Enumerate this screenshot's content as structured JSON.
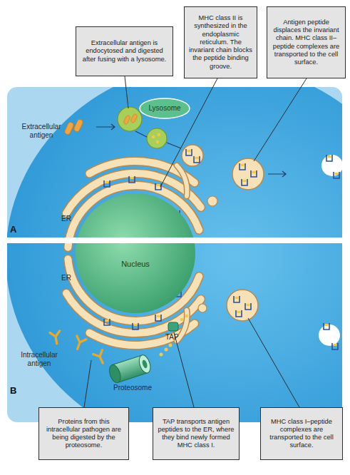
{
  "diagram": {
    "nodes": [
      {
        "text": [
          "Extracellular antigen is endocytosed and digested after fusing with a lysosome."
        ]
      },
      {
        "text": [
          "MHC class II is synthesized in the endoplasmic reticulum. The invariant chain blocks the peptide binding groove."
        ]
      },
      {
        "text": [
          "Antigen peptide displaces the invariant chain. MHC class II–peptide complexes are transported to the cell surface."
        ]
      },
      {
        "text": [
          "Lysosome"
        ]
      },
      {
        "text": [
          "Nucleus"
        ]
      },
      {
        "text": [
          "Proteosome"
        ]
      },
      {
        "text": [
          "Proteins from this intracellular pathogen are being digested by the proteosome."
        ]
      },
      {
        "text": [
          "TAP transports antigen peptides to the ER, where they bind newly formed MHC class I."
        ]
      },
      {
        "text": [
          "MHC class I–peptide complexes are transported to the cell surface."
        ]
      }
    ],
    "labels": [
      "Extracellular antigen",
      "ER",
      "A",
      "ER",
      "B",
      "Intracellular antigen",
      "TAP"
    ]
  }
}
